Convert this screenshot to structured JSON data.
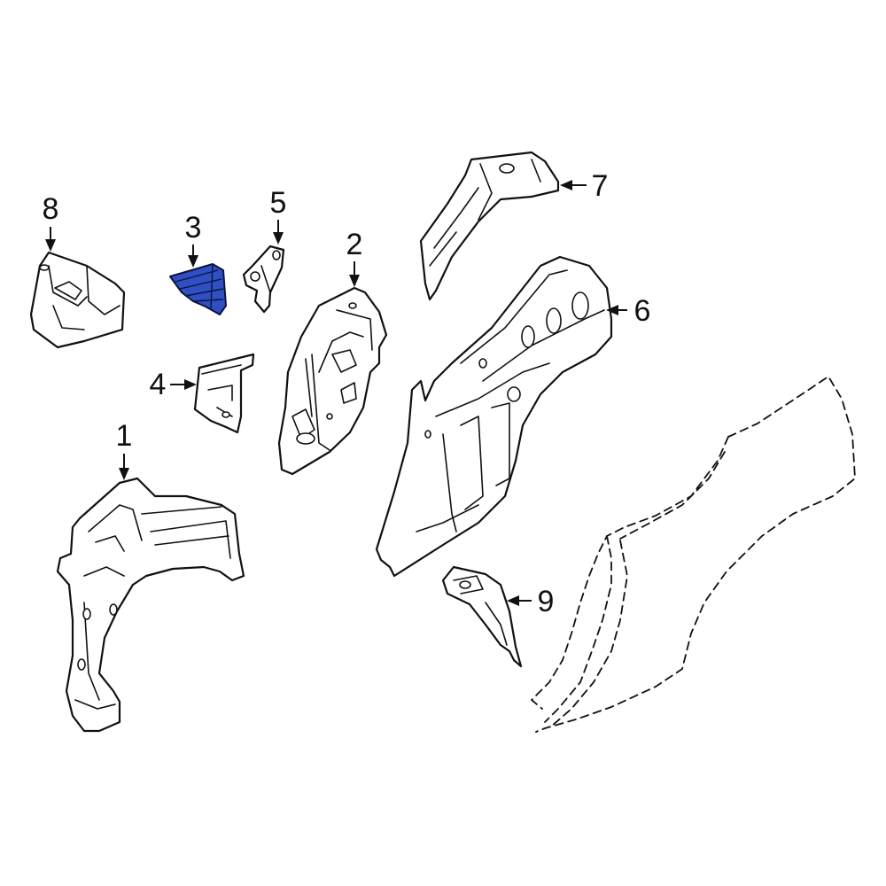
{
  "callouts": [
    {
      "id": "1",
      "label": "1"
    },
    {
      "id": "2",
      "label": "2"
    },
    {
      "id": "3",
      "label": "3"
    },
    {
      "id": "4",
      "label": "4"
    },
    {
      "id": "5",
      "label": "5"
    },
    {
      "id": "6",
      "label": "6"
    },
    {
      "id": "7",
      "label": "7"
    },
    {
      "id": "8",
      "label": "8"
    },
    {
      "id": "9",
      "label": "9"
    }
  ],
  "highlight": {
    "part": "3",
    "color": "#2f4fc2"
  },
  "colors": {
    "line": "#111111",
    "background": "#ffffff"
  }
}
